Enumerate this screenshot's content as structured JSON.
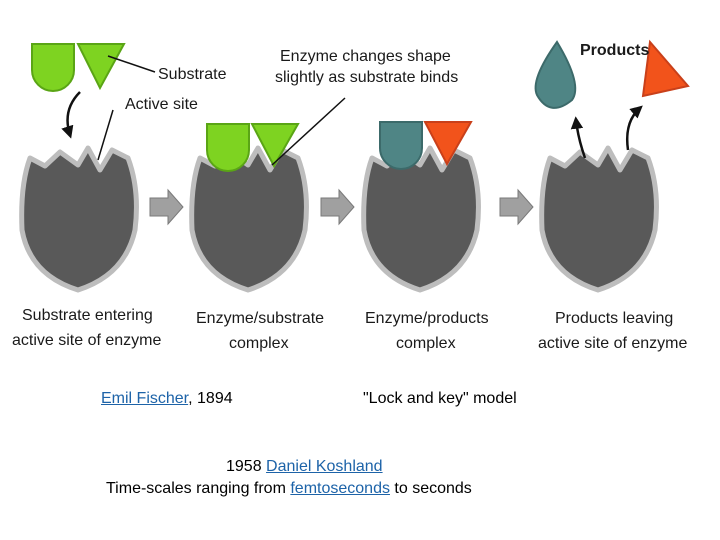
{
  "diagram": {
    "labels": {
      "substrate": "Substrate",
      "active_site": "Active site",
      "enzyme_changes_1": "Enzyme changes shape",
      "enzyme_changes_2": "slightly as substrate binds",
      "products": "Products"
    },
    "stages": [
      {
        "line1": "Substrate entering",
        "line2": "active site of enzyme"
      },
      {
        "line1": "Enzyme/substrate",
        "line2": "complex"
      },
      {
        "line1": "Enzyme/products",
        "line2": "complex"
      },
      {
        "line1": "Products leaving",
        "line2": "active site of enzyme"
      }
    ],
    "colors": {
      "enzyme": "#595959",
      "enzyme_outline": "#bdbdbd",
      "substrate": "#7ed321",
      "product_teal": "#4f8585",
      "product_red": "#f2531b",
      "arrow": "#a0a0a0"
    }
  },
  "captions": {
    "fischer_link": "Emil Fischer",
    "fischer_year": ", 1894",
    "model": "\"Lock and key\" model",
    "koshland_year": "1958 ",
    "koshland_link": "Daniel Koshland",
    "timescale_prefix": "Time-scales ranging from ",
    "femto_link": "femtoseconds",
    "timescale_suffix": " to seconds"
  }
}
